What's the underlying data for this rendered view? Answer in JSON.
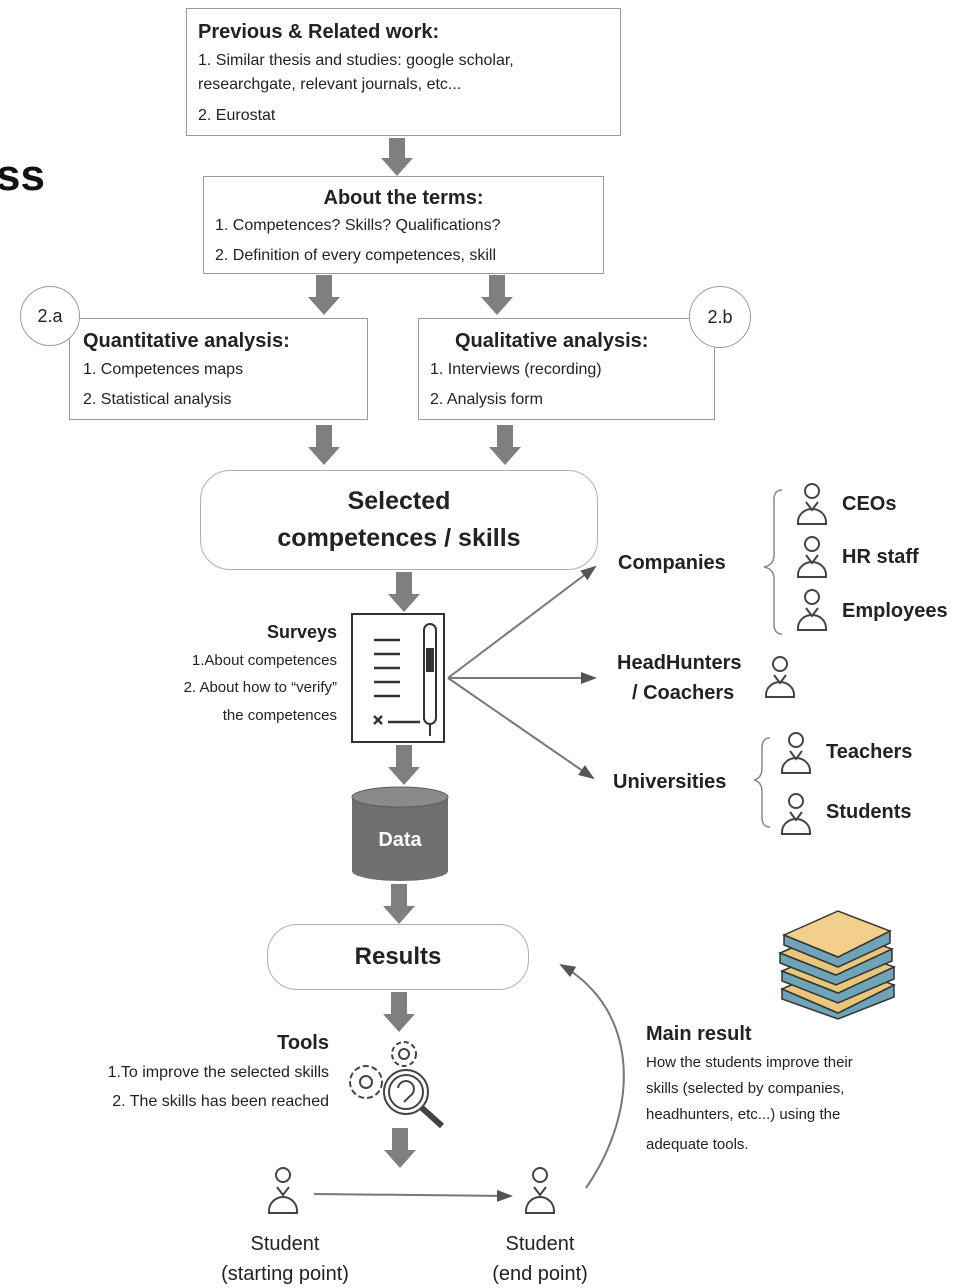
{
  "fragment_title": "ss",
  "previous": {
    "title": "Previous & Related work:",
    "item1_line1": "1. Similar thesis and studies: google scholar,",
    "item1_line2": "researchgate, relevant journals, etc...",
    "item2": "2. Eurostat"
  },
  "terms": {
    "title": "About the terms:",
    "item1": "1. Competences? Skills? Qualifications?",
    "item2": "2. Definition of every competences, skill"
  },
  "quant": {
    "badge": "2.a",
    "title": "Quantitative analysis:",
    "item1": "1. Competences maps",
    "item2": "2. Statistical analysis"
  },
  "qual": {
    "badge": "2.b",
    "title": "Qualitative analysis:",
    "item1": "1. Interviews (recording)",
    "item2": "2. Analysis form"
  },
  "selected": {
    "line1": "Selected",
    "line2": "competences / skills"
  },
  "surveys": {
    "title": "Surveys",
    "item1": "1.About competences",
    "item2": "2. About how to “verify”",
    "item3": "the competences"
  },
  "data_label": "Data",
  "results_label": "Results",
  "tools": {
    "title": "Tools",
    "item1": "1.To improve the selected skills",
    "item2": "2. The skills has been reached"
  },
  "stakeholders": {
    "companies": "Companies",
    "ceos": "CEOs",
    "hr": "HR staff",
    "employees": "Employees",
    "headhunters_line1": "HeadHunters",
    "headhunters_line2": "/ Coachers",
    "universities": "Universities",
    "teachers": "Teachers",
    "students": "Students"
  },
  "main_result": {
    "title": "Main result",
    "line1": "How the students improve their",
    "line2": "skills (selected by companies,",
    "line3": "headhunters, etc...) using the",
    "line4": "adequate tools."
  },
  "student_start": {
    "line1": "Student",
    "line2": "(starting point)"
  },
  "student_end": {
    "line1": "Student",
    "line2": "(end point)"
  },
  "colors": {
    "arrow": "#7f7f7f",
    "border": "#9a9a9a",
    "db": "#6f6f6f",
    "book_cover": "#e9c77a",
    "book_edge": "#6fa3b8"
  }
}
